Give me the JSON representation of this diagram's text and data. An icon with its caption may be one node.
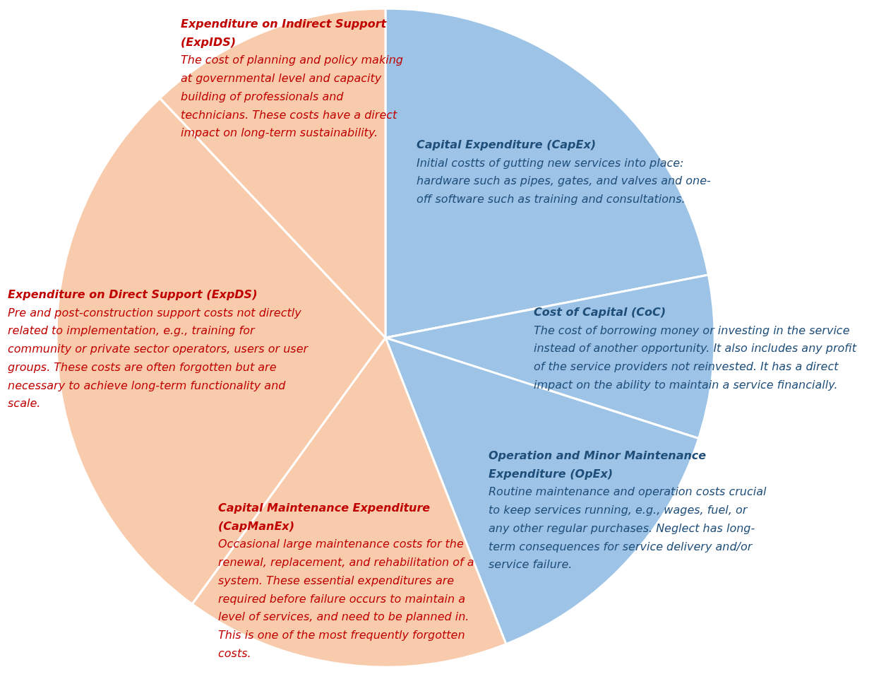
{
  "diagram": {
    "nodes": [
      {
        "text": [
          "Capital Expenditure (CapEx)",
          "Initial costts of gutting new services into place: hardware such as pipes, gates, and valves and one-off software such as training and consultations."
        ]
      },
      {
        "text": [
          "Cost of Capital (CoC)",
          "The cost of borrowing money or investing in the service instead of another opportunity. It also includes any profit of the service providers not reinvested. It has a direct impact on the ability to maintain a service financially."
        ]
      },
      {
        "text": [
          "Operation and Minor Maintenance Expenditure (OpEx)",
          "Routine maintenance and operation costs crucial to keep services running, e.g., wages, fuel, or any other regular purchases. Neglect has long-term consequences for service delivery and/or service failure."
        ]
      },
      {
        "text": [
          "Capital Maintenance Expenditure (CapManEx)",
          "Occasional large maintenance costs for the renewal, replacement, and rehabilitation of a system. These essential expenditures are required before failure occurs to maintain a level of services, and need to be planned in. This is one of the most frequently forgotten costs."
        ]
      },
      {
        "text": [
          "Expenditure on Direct Support (ExpDS)",
          "Pre and post-construction support costs not directly related to implementation, e.g., training for community or private sector operators, users or user groups. These costs are often forgotten but are necessary to achieve long-term functionality and scale."
        ]
      },
      {
        "text": [
          "Expenditure on Indirect Support (ExpIDS)",
          "The cost of planning and policy making at governmental level and capacity building of professionals and technicians. These costs have a direct impact on long-term sustainability."
        ]
      }
    ]
  }
}
